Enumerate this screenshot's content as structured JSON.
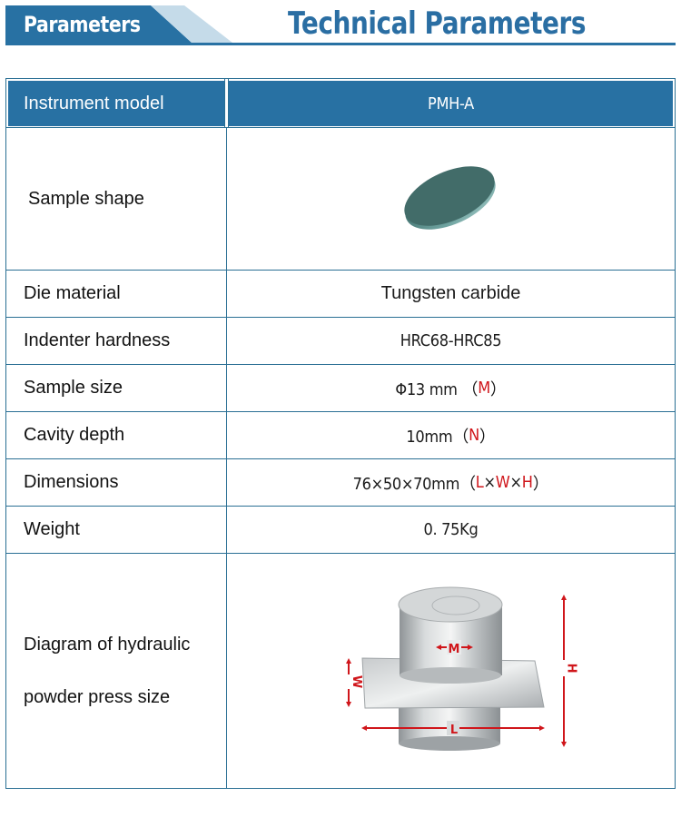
{
  "banner": {
    "left_title": "Parameters",
    "main_title": "Technical Parameters"
  },
  "colors": {
    "brand_blue": "#2871a3",
    "light_stripe": "#c5dbe9",
    "table_border": "#2a6f94",
    "highlight_red": "#d0161b",
    "sample_green": "#426c69"
  },
  "table": {
    "header": {
      "label": "Instrument model",
      "value": "PMH-A"
    },
    "rows": [
      {
        "label": "Sample shape",
        "value_icon": "disc-sample-image"
      },
      {
        "label": "Die material",
        "value": "Tungsten carbide"
      },
      {
        "label": "Indenter hardness",
        "value": "HRC68-HRC85"
      },
      {
        "label": "Sample size",
        "value_prefix": "Φ13 mm （",
        "value_code": "M",
        "value_suffix": "）"
      },
      {
        "label": "Cavity depth",
        "value_prefix": "10mm（",
        "value_code": "N",
        "value_suffix": "）"
      },
      {
        "label": "Dimensions",
        "value_prefix": "76×50×70mm（",
        "codes": [
          "L",
          "W",
          "H"
        ],
        "separator": "×",
        "value_suffix": "）"
      },
      {
        "label": "Weight",
        "value": "0. 75Kg"
      },
      {
        "label_line1": "Diagram of hydraulic",
        "label_line2": "powder press size",
        "value_icon": "press-diagram-image"
      }
    ]
  },
  "diagram": {
    "labels": {
      "m": "M",
      "w": "W",
      "l": "L",
      "h": "H"
    }
  }
}
